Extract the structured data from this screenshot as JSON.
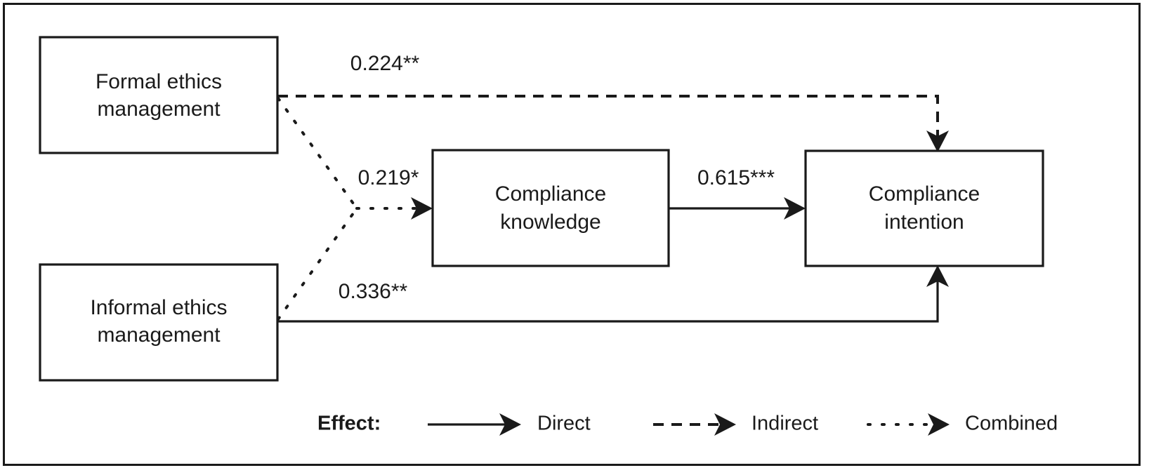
{
  "figure": {
    "type": "path-diagram",
    "description": "Structural model of ethics management effects on compliance"
  },
  "nodes": [
    {
      "id": "formal",
      "label_line1": "Formal ethics",
      "label_line2": "management"
    },
    {
      "id": "informal",
      "label_line1": "Informal ethics",
      "label_line2": "management"
    },
    {
      "id": "knowledge",
      "label_line1": "Compliance",
      "label_line2": "knowledge"
    },
    {
      "id": "intention",
      "label_line1": "Compliance",
      "label_line2": "intention"
    }
  ],
  "edges": [
    {
      "id": "formal-to-intention",
      "from": "formal",
      "to": "intention",
      "coefficient": "0.224**",
      "effect": "Indirect",
      "style": "dashed"
    },
    {
      "id": "combined-to-knowledge",
      "from": "formal+informal",
      "to": "knowledge",
      "coefficient": "0.219*",
      "effect": "Combined",
      "style": "dotted"
    },
    {
      "id": "knowledge-to-intention",
      "from": "knowledge",
      "to": "intention",
      "coefficient": "0.615***",
      "effect": "Direct",
      "style": "solid"
    },
    {
      "id": "informal-to-intention",
      "from": "informal",
      "to": "intention",
      "coefficient": "0.336**",
      "effect": "Direct",
      "style": "solid"
    }
  ],
  "legend": {
    "title": "Effect:",
    "items": [
      {
        "style": "solid",
        "label": "Direct"
      },
      {
        "style": "dashed",
        "label": "Indirect"
      },
      {
        "style": "dotted",
        "label": "Combined"
      }
    ]
  },
  "colors": {
    "stroke": "#1a1a1a",
    "background": "#ffffff",
    "text": "#1a1a1a"
  }
}
